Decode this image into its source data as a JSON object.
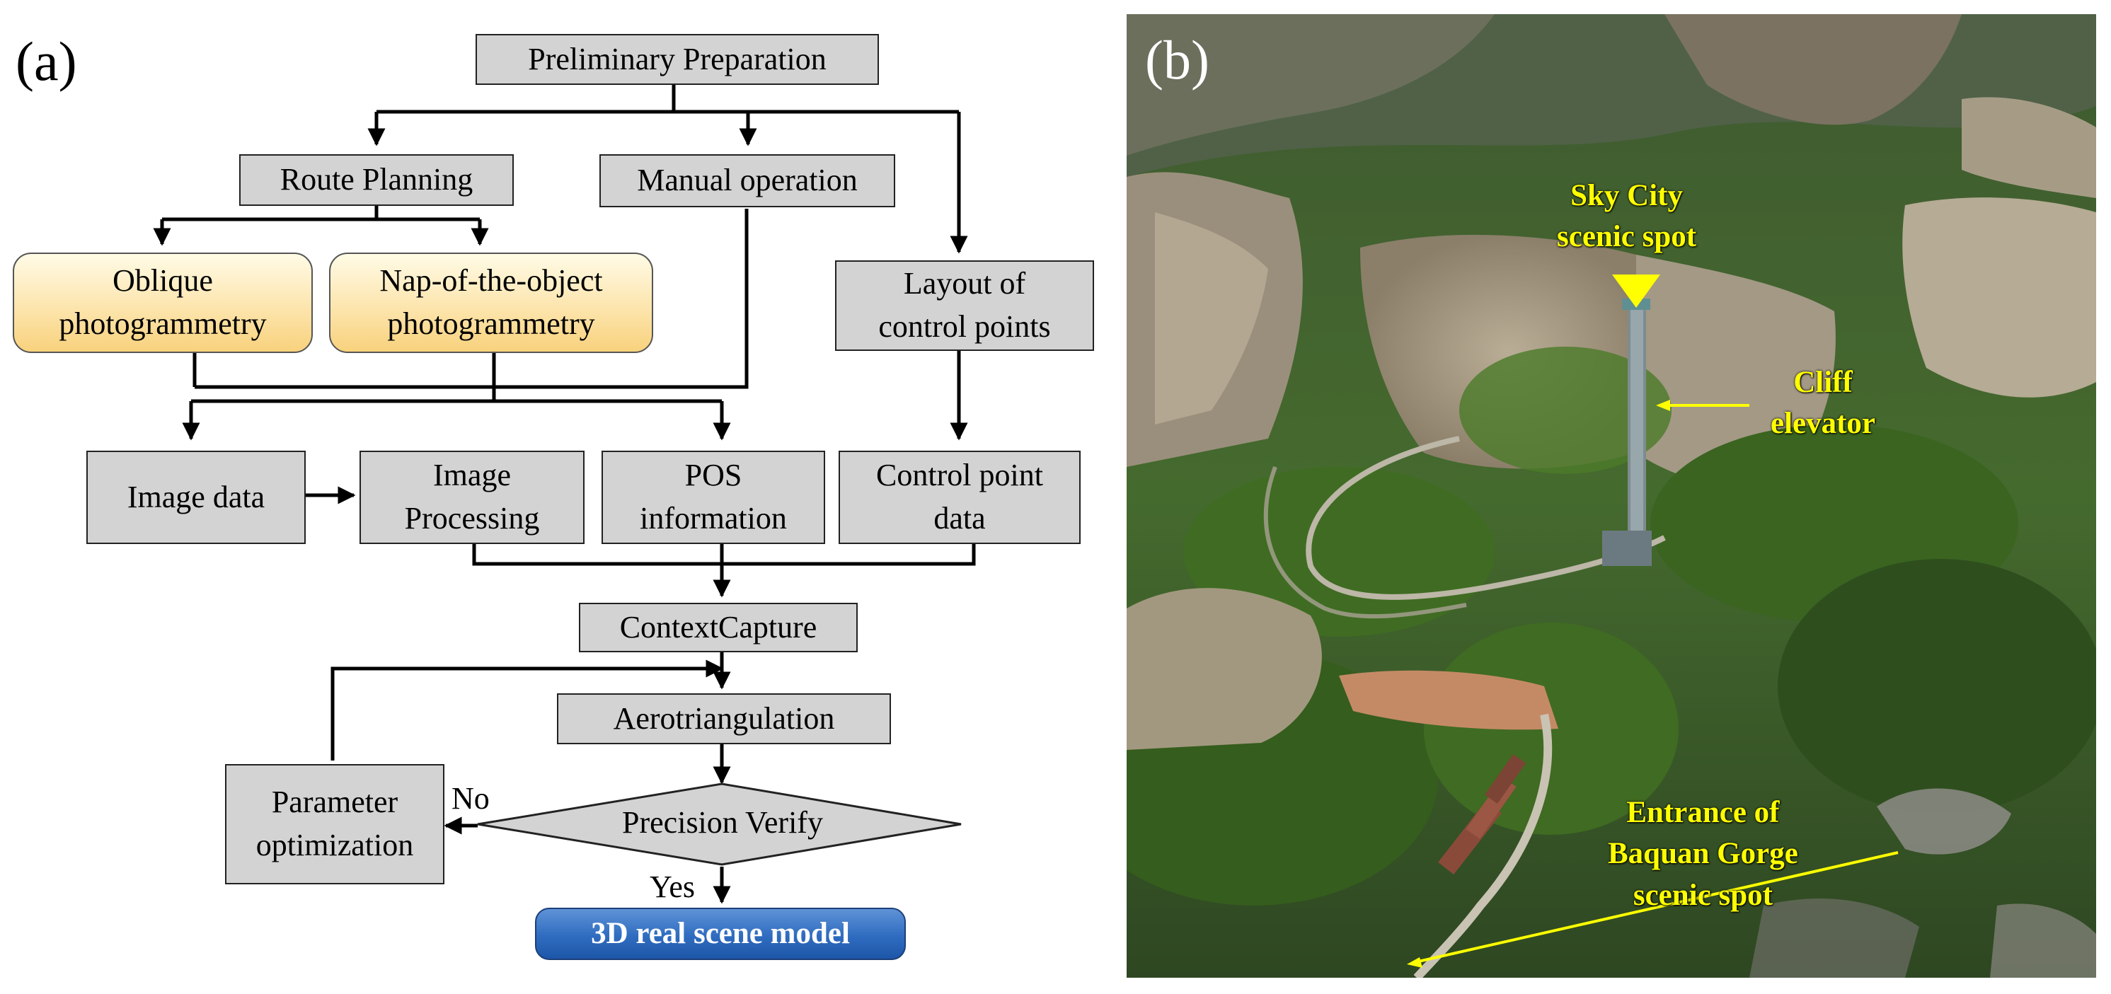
{
  "panel_a": {
    "label": "(a)",
    "nodes": {
      "preliminary": "Preliminary Preparation",
      "route_planning": "Route Planning",
      "manual_operation": "Manual operation",
      "oblique": [
        "Oblique",
        "photogrammetry"
      ],
      "nap": [
        "Nap-of-the-object",
        "photogrammetry"
      ],
      "layout_control": [
        "Layout of",
        "control points"
      ],
      "image_data": "Image data",
      "image_processing": [
        "Image",
        "Processing"
      ],
      "pos_information": [
        "POS",
        "information"
      ],
      "control_point_data": [
        "Control point",
        "data"
      ],
      "context_capture": "ContextCapture",
      "aerotriangulation": "Aerotriangulation",
      "parameter_optimization": [
        "Parameter",
        "optimization"
      ],
      "precision_verify": "Precision Verify",
      "final_model": "3D real scene model"
    },
    "edge_labels": {
      "no": "No",
      "yes": "Yes"
    }
  },
  "panel_b": {
    "label": "(b)",
    "annotations": {
      "sky_city": [
        "Sky City",
        "scenic spot"
      ],
      "cliff_elevator": [
        "Cliff",
        "elevator"
      ],
      "entrance": [
        "Entrance of",
        "Baquan Gorge",
        "scenic spot"
      ]
    },
    "colors": {
      "annotation": "#ffff00",
      "final_node": "#2f6cc0",
      "highlight_node": "#fde9b8"
    }
  }
}
